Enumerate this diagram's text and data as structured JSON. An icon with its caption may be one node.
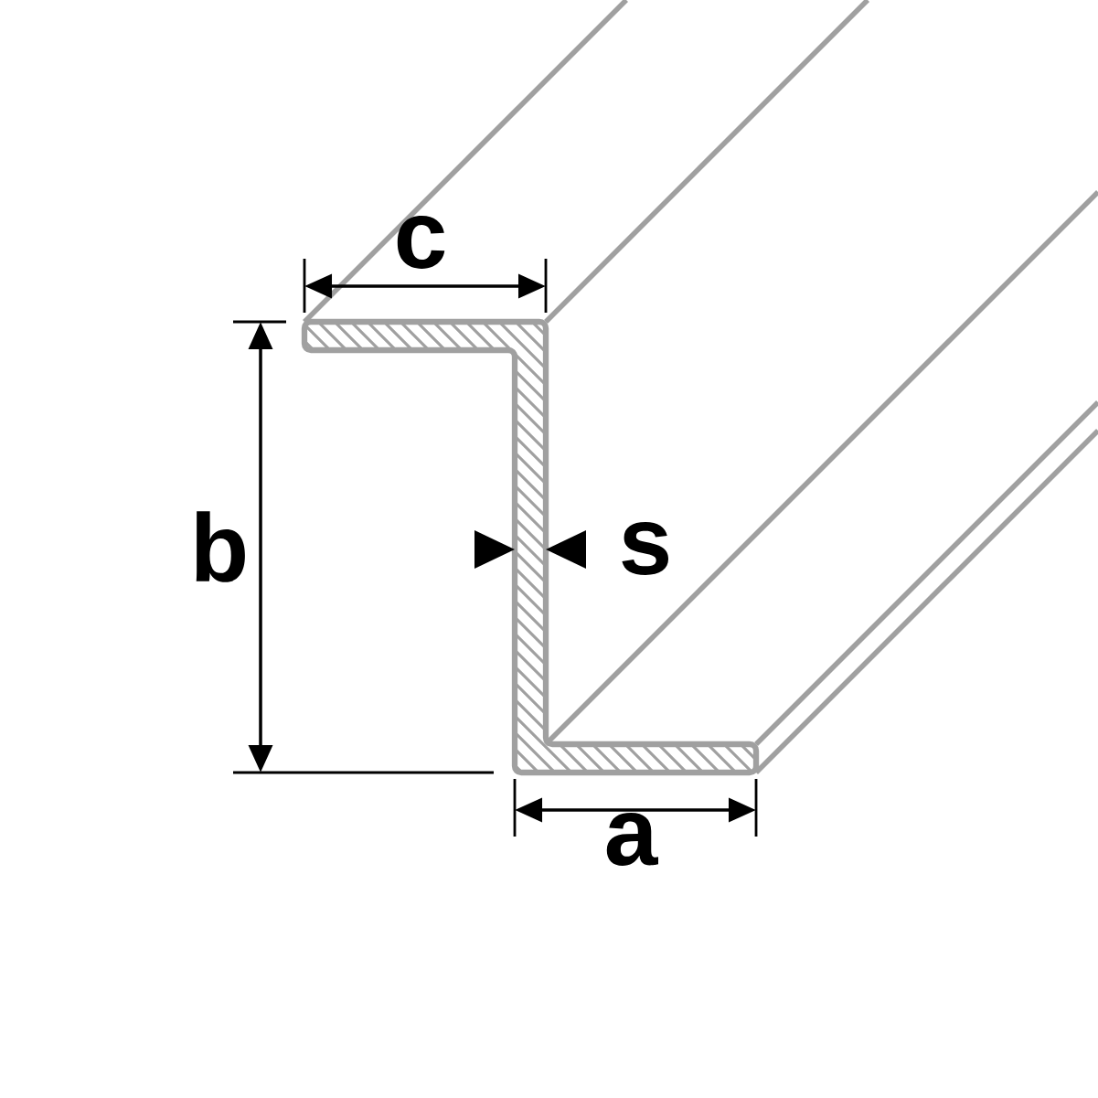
{
  "diagram": {
    "labels": [
      "c",
      "b",
      "s",
      "a"
    ]
  }
}
